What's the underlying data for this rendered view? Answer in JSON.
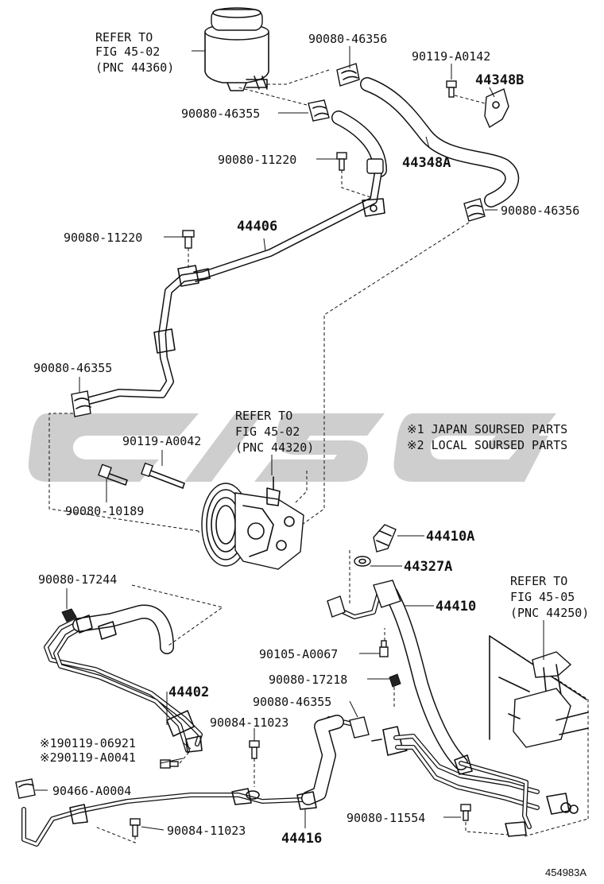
{
  "diagram_id": "454983A",
  "labels": {
    "p90080_46356_top": "90080-46356",
    "p90119_A0142": "90119-A0142",
    "p44348B": "44348B",
    "p90080_46355_top": "90080-46355",
    "p90080_11220_a": "90080-11220",
    "p44348A": "44348A",
    "p90080_46356_right": "90080-46356",
    "p44406": "44406",
    "p90080_11220_b": "90080-11220",
    "p90080_46355_left": "90080-46355",
    "p90119_A0042": "90119-A0042",
    "p90080_10189": "90080-10189",
    "p44410A": "44410A",
    "p44327A": "44327A",
    "p90080_17244": "90080-17244",
    "p44410": "44410",
    "p90105_A0067": "90105-A0067",
    "p90080_17218": "90080-17218",
    "p44402": "44402",
    "p90080_46355_bottom": "90080-46355",
    "p90084_11023_mid": "90084-11023",
    "p90119_06921": "※190119-06921",
    "p90119_A0041": "※290119-A0041",
    "p90466_A0004": "90466-A0004",
    "p90080_11554": "90080-11554",
    "p90084_11023_bottom": "90084-11023",
    "p44416": "44416"
  },
  "refs": {
    "reservoir": [
      "REFER TO",
      "FIG 45-02",
      "(PNC 44360)"
    ],
    "pump": [
      "REFER TO",
      "FIG 45-02",
      "(PNC 44320)"
    ],
    "gear": [
      "REFER TO",
      "FIG 45-05",
      "(PNC 44250)"
    ]
  },
  "notes": {
    "note1": "※1 JAPAN SOURSED PARTS",
    "note2": "※2 LOCAL SOURSED PARTS"
  },
  "watermark": "CISG"
}
